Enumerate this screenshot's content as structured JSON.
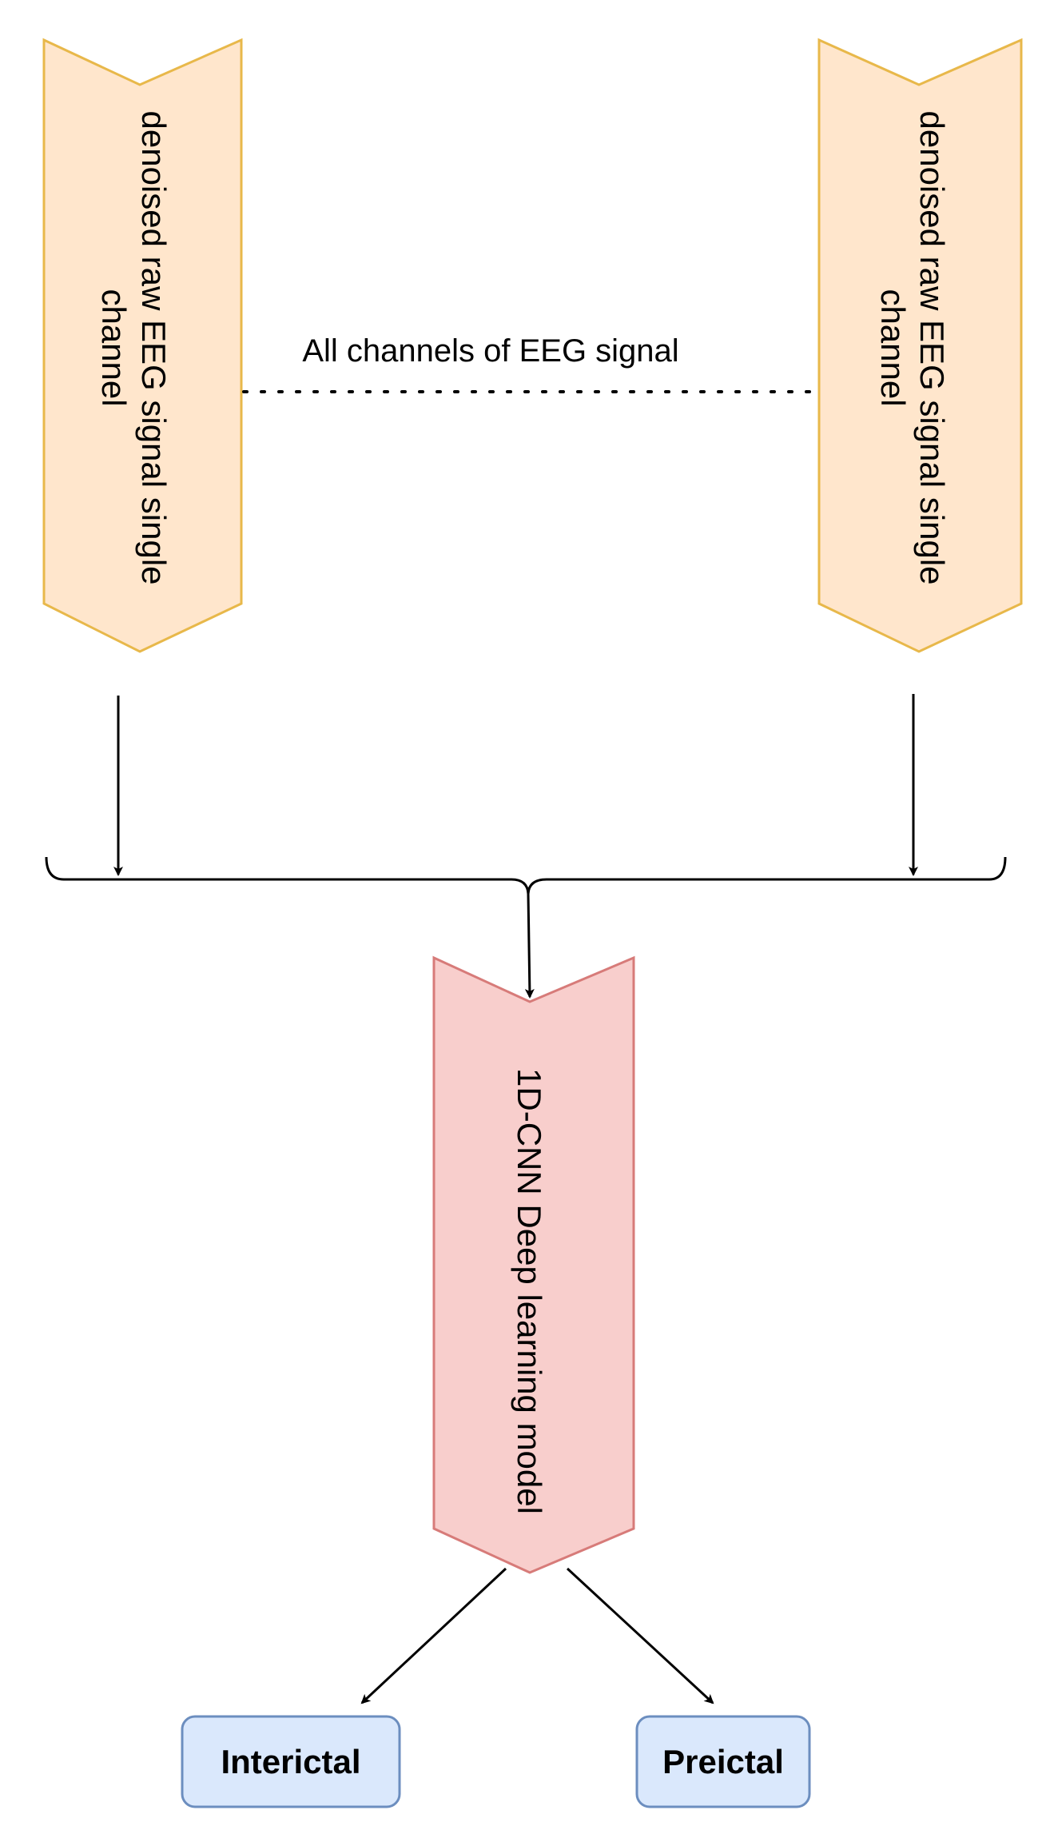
{
  "colors": {
    "input_fill": "#FFE6CC",
    "input_stroke": "#E8B84A",
    "model_fill": "#F8CECC",
    "model_stroke": "#D77B79",
    "output_fill": "#DAE8FC",
    "output_stroke": "#6C8EBF",
    "line": "#000000"
  },
  "inputs": [
    {
      "line1": "denoised raw EEG signal single",
      "line2": "channel"
    },
    {
      "line1": "denoised raw EEG signal single",
      "line2": "channel"
    }
  ],
  "connector_label": "All channels of EEG signal",
  "model": {
    "label": "1D-CNN Deep learning model"
  },
  "outputs": [
    {
      "label": "Interictal"
    },
    {
      "label": "Preictal"
    }
  ]
}
